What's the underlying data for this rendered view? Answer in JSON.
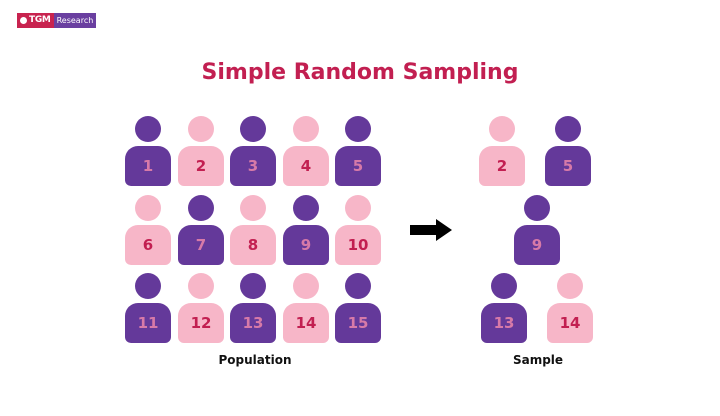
{
  "logo": {
    "brand": "TGM",
    "suffix": "Research"
  },
  "title": "Simple Random Sampling",
  "population": {
    "label": "Population",
    "people": [
      {
        "n": "1",
        "color": "purple"
      },
      {
        "n": "2",
        "color": "pink"
      },
      {
        "n": "3",
        "color": "purple"
      },
      {
        "n": "4",
        "color": "pink"
      },
      {
        "n": "5",
        "color": "purple"
      },
      {
        "n": "6",
        "color": "pink"
      },
      {
        "n": "7",
        "color": "purple"
      },
      {
        "n": "8",
        "color": "pink"
      },
      {
        "n": "9",
        "color": "purple"
      },
      {
        "n": "10",
        "color": "pink"
      },
      {
        "n": "11",
        "color": "purple"
      },
      {
        "n": "12",
        "color": "pink"
      },
      {
        "n": "13",
        "color": "purple"
      },
      {
        "n": "14",
        "color": "pink"
      },
      {
        "n": "15",
        "color": "purple"
      }
    ]
  },
  "sample": {
    "label": "Sample",
    "people": [
      {
        "n": "2",
        "color": "pink"
      },
      {
        "n": "5",
        "color": "purple"
      },
      {
        "n": "9",
        "color": "purple"
      },
      {
        "n": "13",
        "color": "purple"
      },
      {
        "n": "14",
        "color": "pink"
      }
    ]
  },
  "colors": {
    "purple": "#64399a",
    "pink": "#f7b6c8",
    "title": "#c21f51"
  },
  "arrow_icon": "right-arrow-icon"
}
